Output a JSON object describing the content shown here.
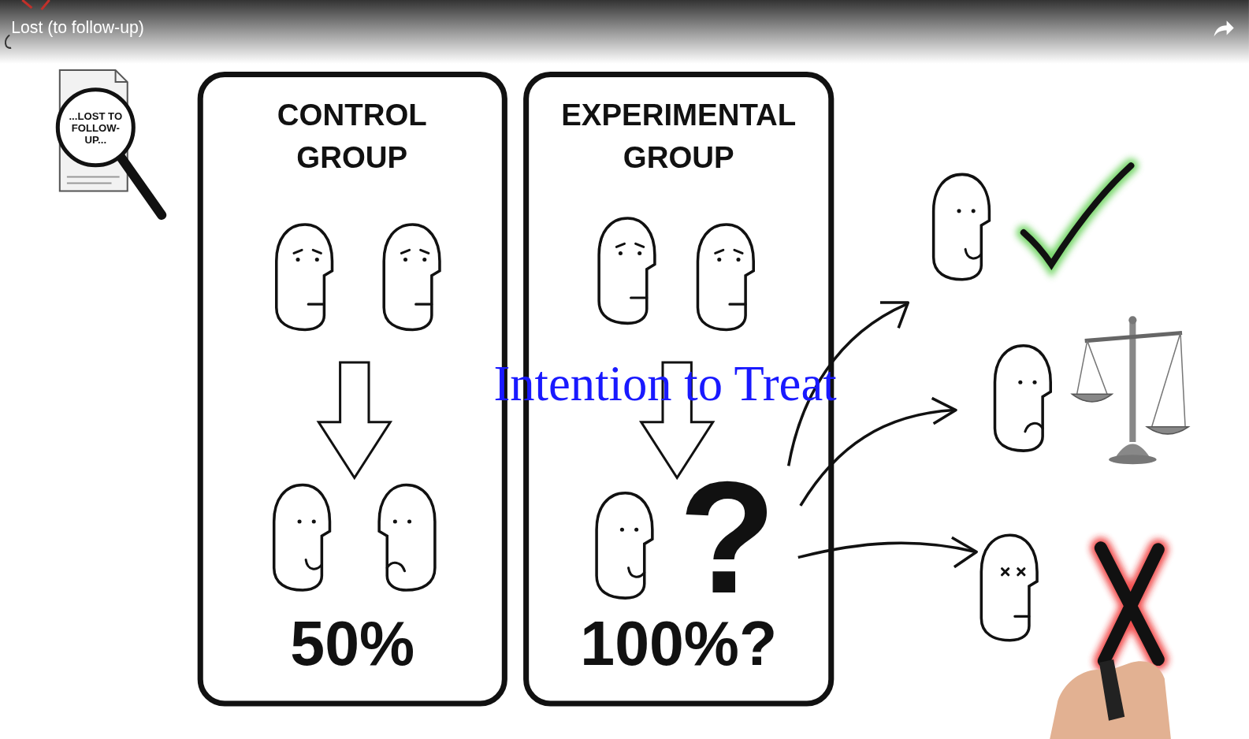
{
  "diagram": {
    "title": "Lost (to follow-up)",
    "nodes": [
      {
        "text": [
          "...LOST TO FOLLOW-UP..."
        ]
      },
      {
        "text": [
          "CONTROL GROUP",
          "50%"
        ]
      },
      {
        "text": [
          "EXPERIMENTAL GROUP",
          "?",
          "100%?"
        ]
      }
    ],
    "labels": [
      "Intention to Treat"
    ]
  }
}
